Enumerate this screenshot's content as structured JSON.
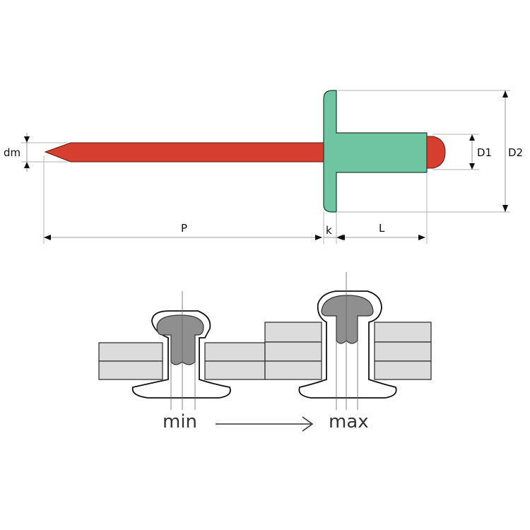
{
  "labels": {
    "dm": "dm",
    "P": "P",
    "k": "k",
    "L": "L",
    "D1": "D1",
    "D2": "D2",
    "min": "min",
    "max": "max"
  },
  "colors": {
    "mandrel": "#d63f2f",
    "rivet_body": "#6fc5a2",
    "mandrel_head_section": "#8f8f8f",
    "plates": "#dcdcdc"
  }
}
